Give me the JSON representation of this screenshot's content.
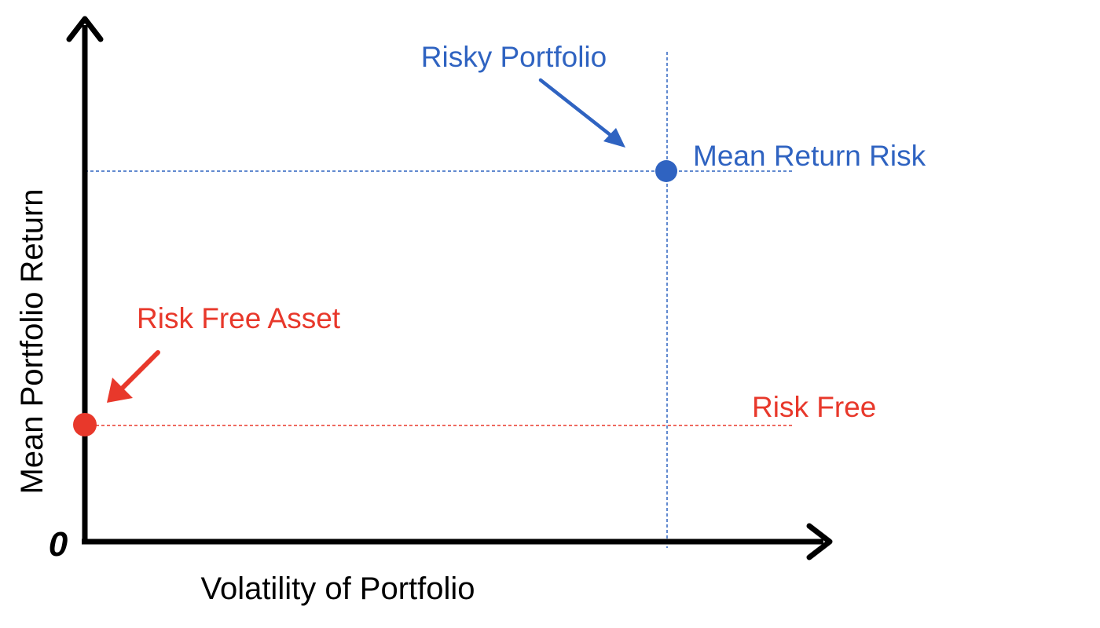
{
  "axes": {
    "x_label": "Volatility of Portfolio",
    "y_label": "Mean Portfolio Return",
    "origin_label": "0"
  },
  "points": {
    "risk_free_asset": {
      "callout": "Risk Free Asset",
      "line_label": "Risk Free"
    },
    "risky_portfolio": {
      "callout": "Risky Portfolio",
      "line_label": "Mean Return Risk"
    }
  },
  "colors": {
    "axis": "#000000",
    "risk_free": "#e8382b",
    "risky": "#2f63c1"
  }
}
